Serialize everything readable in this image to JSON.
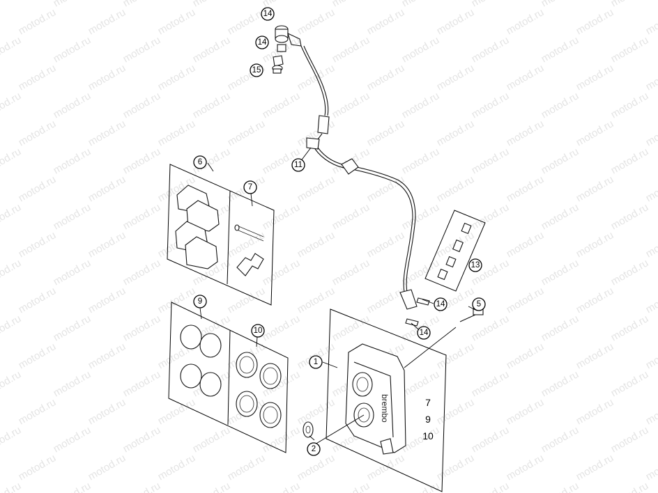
{
  "watermark": "motod.ru",
  "caliper_brand": "brembo",
  "callouts": {
    "c14a": "14",
    "c14b": "14",
    "c15": "15",
    "c11": "11",
    "c6": "6",
    "c7": "7",
    "c9": "9",
    "c10": "10",
    "c13": "13",
    "c14c": "14",
    "c14d": "14",
    "c5": "5",
    "c1": "1",
    "c2": "2"
  },
  "kit_list": [
    "7",
    "9",
    "10"
  ]
}
